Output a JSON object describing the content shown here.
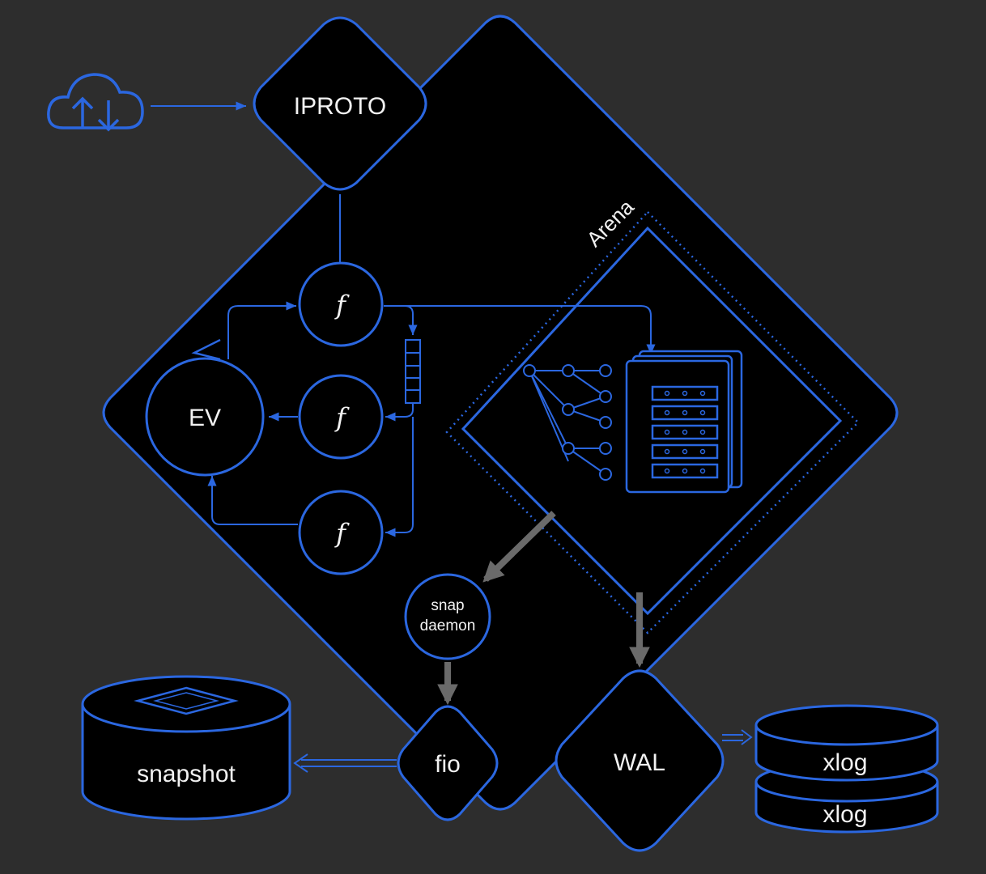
{
  "colors": {
    "background": "#2d2d2d",
    "fill": "#000000",
    "stroke": "#2b67e0",
    "text": "#f2f2f2"
  },
  "nodes": {
    "iproto": "IPROTO",
    "arena": "Arena",
    "ev": "EV",
    "fiber_symbol": "f",
    "snap_daemon_line1": "snap",
    "snap_daemon_line2": "daemon",
    "fio": "fio",
    "wal": "WAL",
    "snapshot": "snapshot",
    "xlog_top": "xlog",
    "xlog_bottom": "xlog"
  },
  "icons": [
    "cloud-upload-download-icon",
    "tree-index-icon",
    "data-pages-icon"
  ]
}
